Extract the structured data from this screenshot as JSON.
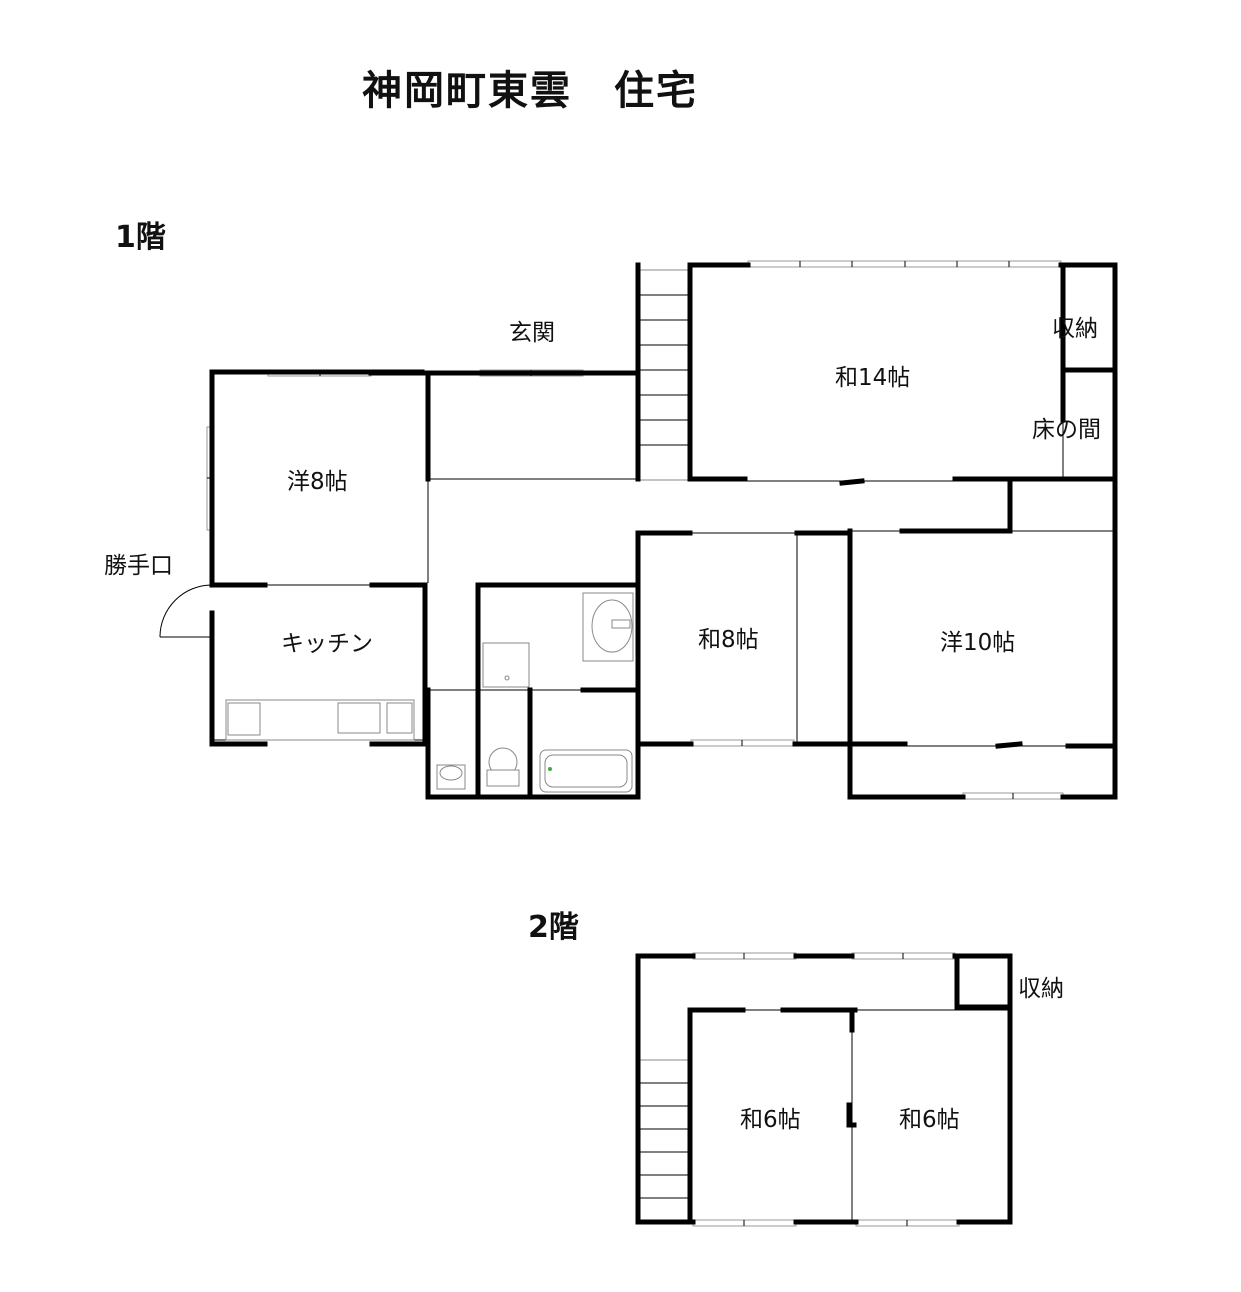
{
  "title": "神岡町東雲　住宅",
  "floor1": {
    "label": "1階",
    "rooms": {
      "genkan": "玄関",
      "washitsu14": "和14帖",
      "shuno": "収納",
      "tokonoma": "床の間",
      "yo8": "洋8帖",
      "katteguchi": "勝手口",
      "kitchen": "キッチン",
      "washitsu8": "和8帖",
      "yo10": "洋10帖"
    }
  },
  "floor2": {
    "label": "2階",
    "rooms": {
      "shuno": "収納",
      "washitsu6_left": "和6帖",
      "washitsu6_right": "和6帖"
    }
  }
}
